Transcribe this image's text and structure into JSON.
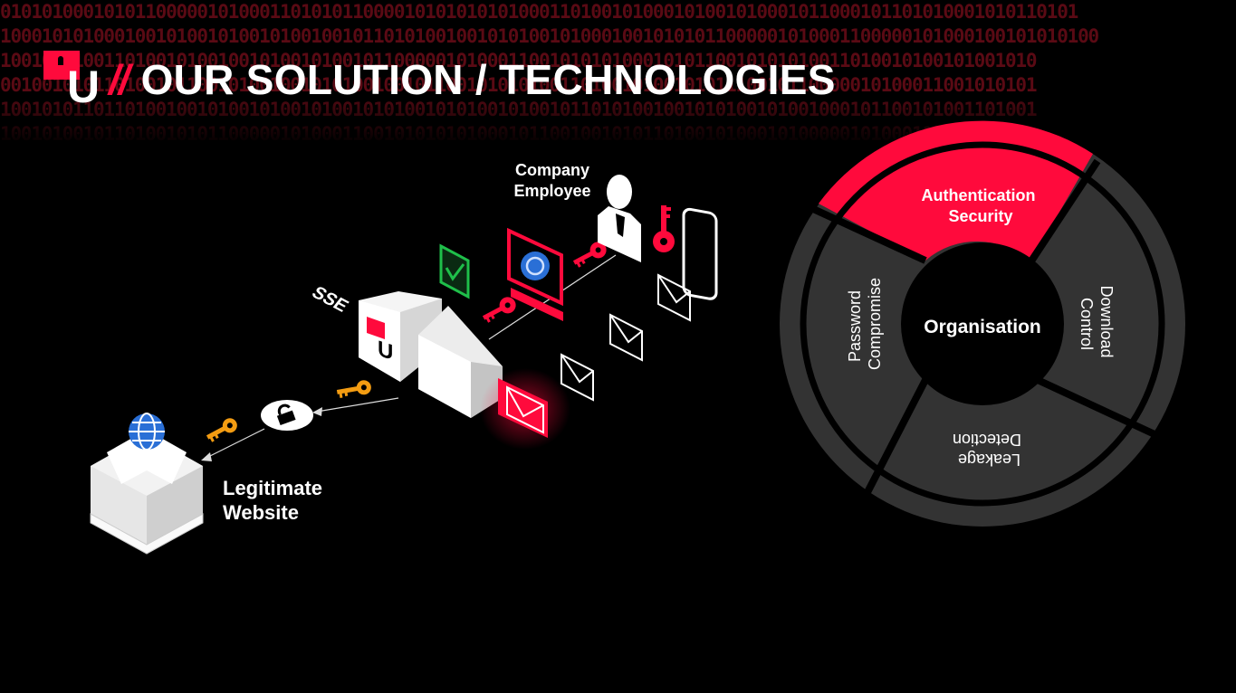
{
  "header": {
    "logo_letter": "U",
    "slashes": "//",
    "title": "OUR SOLUTION / TECHNOLOGIES"
  },
  "background_binary": [
    "01010100010101100000101000110101011000010101010101000110100101000101001010001011000101101010001010110101",
    "1000101010001001010010100101001001011010100100101010010100010010101011000001010001100000101000100101010100",
    "1001010100110100101001001010010100101100000101000110010101010001010110010101010011010010100101001010",
    "0010010101101001011001010010010101001001011001010101001101001010010101110010110000010100011001010101",
    "1001010110110100100101001010010100101010010101001010010110101001001010100101001000101100101001101001",
    "10010100101101001010110000010100011001010101010001011001001010110100101000101000001010001101000110"
  ],
  "labels": {
    "employee": [
      "Company",
      "Employee"
    ],
    "website": [
      "Legitimate",
      "Website"
    ],
    "sse": "SSE",
    "sse_logo": "U"
  },
  "wheel": {
    "center": "Organisation",
    "segments": [
      {
        "name": "authentication",
        "lines": [
          "Authentication",
          "Security"
        ],
        "highlighted": true
      },
      {
        "name": "download",
        "lines": [
          "Download",
          "Control"
        ],
        "highlighted": false
      },
      {
        "name": "leakage",
        "lines": [
          "Leakage",
          "Detection"
        ],
        "highlighted": false
      },
      {
        "name": "password",
        "lines": [
          "Password",
          "Compromise"
        ],
        "highlighted": false
      }
    ]
  },
  "colors": {
    "accent": "#ff0a3c",
    "segment": "#333333",
    "key": "#f39c12",
    "check": "#1fbf4a",
    "globe": "#2a6fd6"
  }
}
